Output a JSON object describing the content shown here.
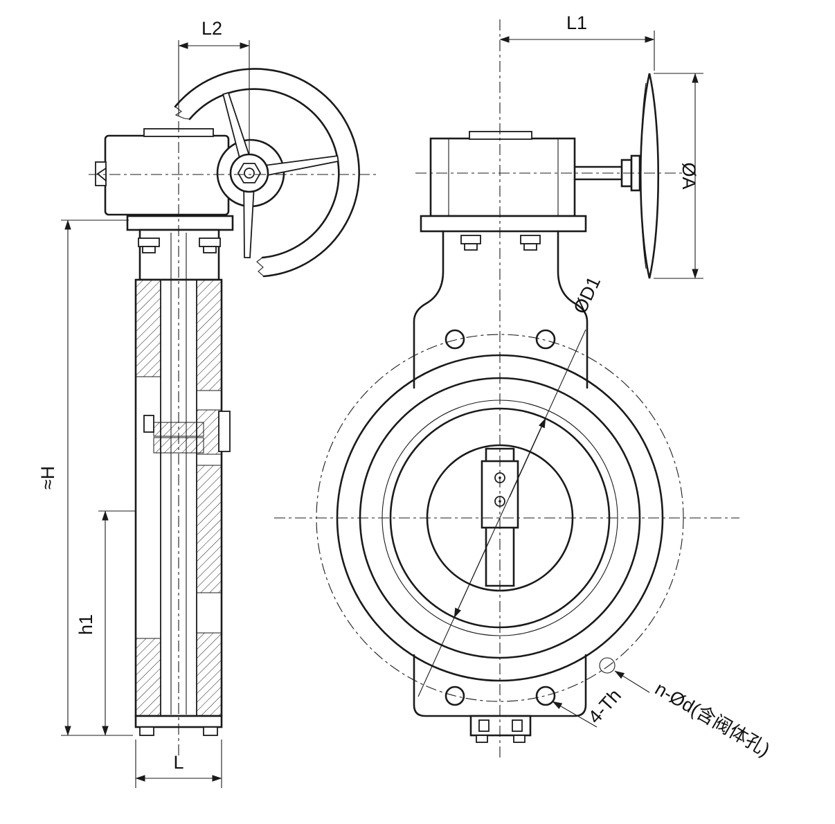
{
  "drawing": {
    "kind": "butterfly-valve-engineering-drawing",
    "dimensions": {
      "l2": "L2",
      "l1": "L1",
      "oa": "ØA",
      "od1": "ØD1",
      "approx_h": "≈H",
      "h1": "h1",
      "l": "L",
      "four_th": "4-Th",
      "n_od": "n-Ød(含阀体孔)"
    },
    "colors": {
      "line": "#1a1a1a",
      "background": "#ffffff"
    }
  }
}
